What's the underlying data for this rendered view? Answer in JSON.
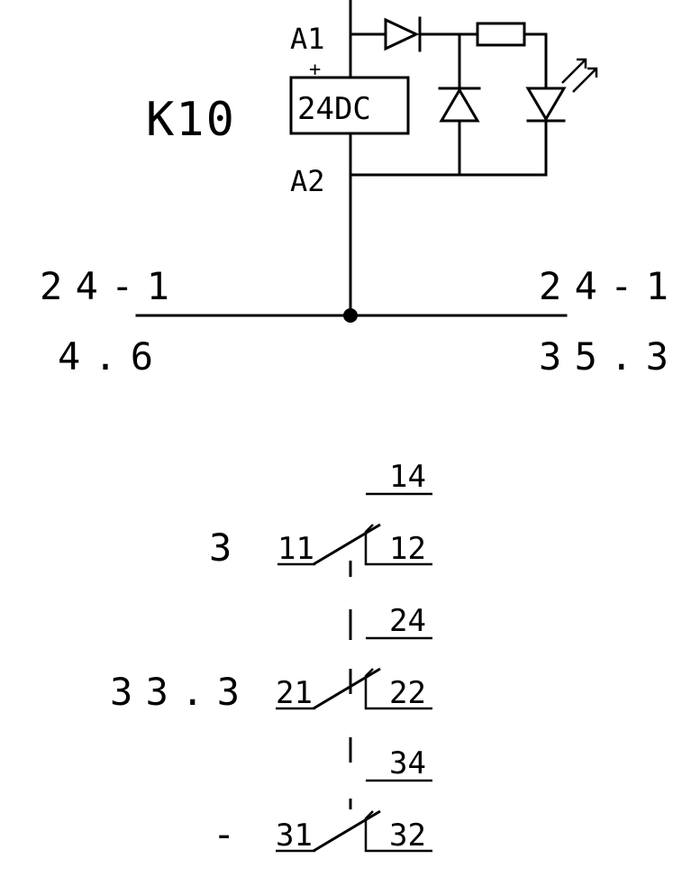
{
  "relay": {
    "designation": "K10",
    "coil_rating": "24DC",
    "terminal_top": "A1",
    "terminal_bottom": "A2",
    "polarity_mark": "+"
  },
  "cross_refs": {
    "left_top": "24-1",
    "left_bottom": "4.6",
    "right_top": "24-1",
    "right_bottom": "35.3"
  },
  "contacts": [
    {
      "ref": "",
      "no_terminal": "14",
      "common_terminal": "11",
      "nc_terminal": "12",
      "nc_ref": "3"
    },
    {
      "ref": "",
      "no_terminal": "24",
      "common_terminal": "21",
      "nc_terminal": "22",
      "nc_ref": "33.3"
    },
    {
      "ref": "",
      "no_terminal": "34",
      "common_terminal": "31",
      "nc_terminal": "32",
      "nc_ref": "-"
    }
  ],
  "icons": {
    "coil": "relay-coil-icon",
    "diode": "diode-icon",
    "resistor": "resistor-icon",
    "led": "led-icon",
    "zener": "suppressor-diode-icon",
    "junction": "junction-dot-icon"
  }
}
